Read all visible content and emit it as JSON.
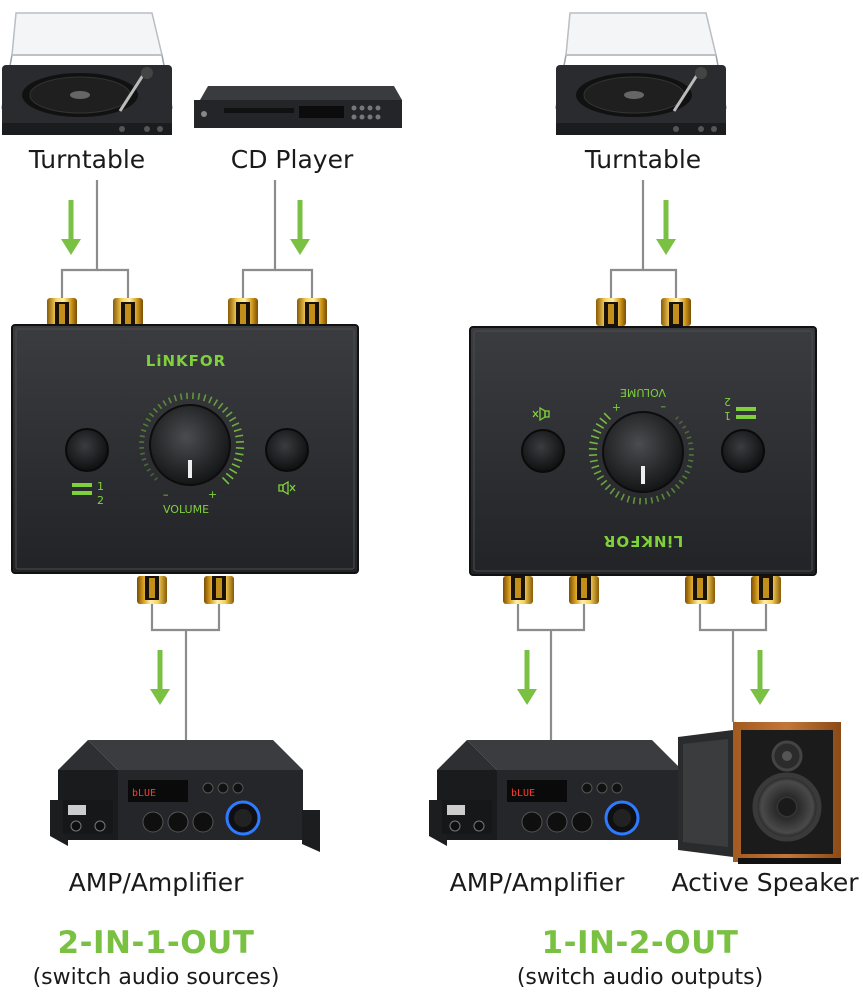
{
  "left": {
    "sources": [
      "Turntable",
      "CD Player"
    ],
    "output": "AMP/Amplifier",
    "mode_title": "2-IN-1-OUT",
    "mode_subtitle": "(switch audio sources)"
  },
  "right": {
    "source": "Turntable",
    "outputs": [
      "AMP/Amplifier",
      "Active Speaker"
    ],
    "mode_title": "1-IN-2-OUT",
    "mode_subtitle": "(switch audio outputs)"
  },
  "device": {
    "brand": "LiNKFOR",
    "volume_label": "VOLUME",
    "minus": "–",
    "plus": "+",
    "input_1": "1",
    "input_2": "2",
    "amp_display": "bLUE"
  },
  "colors": {
    "accent": "#7ac143",
    "device_body": "#2b2d30",
    "gold": "#d9a520",
    "wire": "#8c8c8c"
  }
}
